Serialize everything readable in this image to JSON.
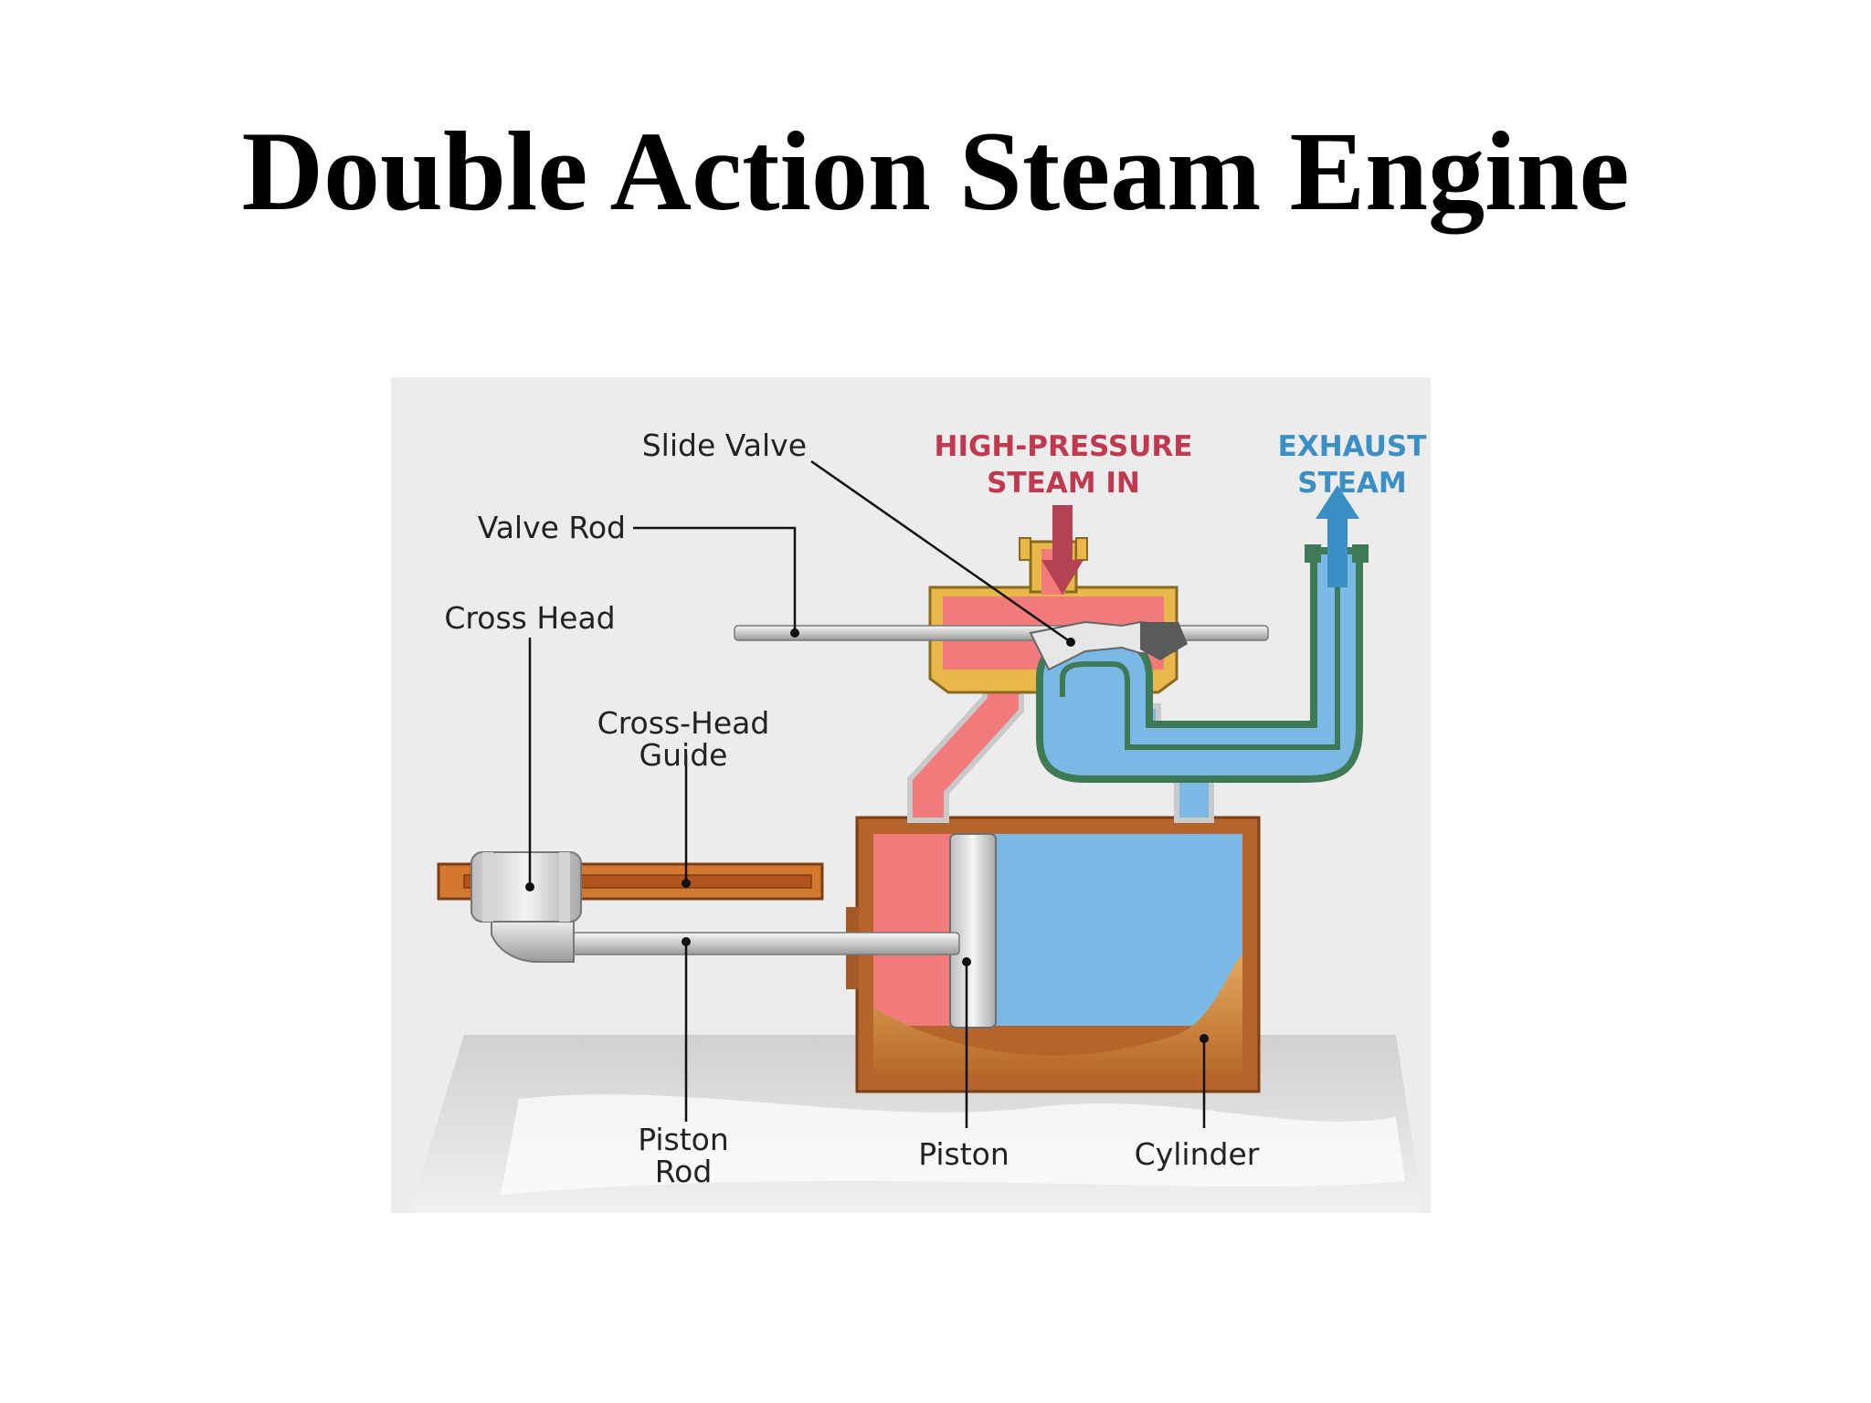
{
  "slide": {
    "title": "Double Action Steam Engine"
  },
  "diagram": {
    "labels": {
      "slide_valve": "Slide Valve",
      "valve_rod": "Valve Rod",
      "cross_head": "Cross Head",
      "cross_head_guide": [
        "Cross-Head",
        "Guide"
      ],
      "piston_rod": [
        "Piston",
        "Rod"
      ],
      "piston": "Piston",
      "cylinder": "Cylinder",
      "steam_in": [
        "HIGH-PRESSURE",
        "STEAM IN"
      ],
      "exhaust": [
        "EXHAUST",
        "STEAM"
      ]
    },
    "colors": {
      "high_pressure_steam": "#f27a7a",
      "exhaust_steam": "#7ab8e6",
      "steam_in_label": "#c0394f",
      "exhaust_label": "#3a8fc4",
      "casting_brown": "#b5652c",
      "valve_chest_yellow": "#e8b84a",
      "exhaust_pipe_green": "#3e7a55",
      "background_panel": "#ececec"
    }
  }
}
